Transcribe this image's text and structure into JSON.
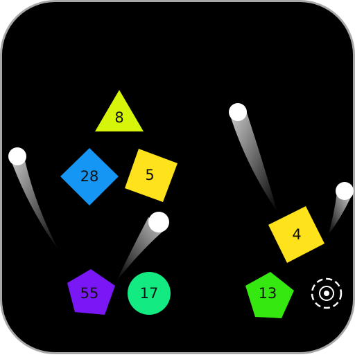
{
  "colors": {
    "background": "#000000",
    "frame": "#a8a8a8",
    "label_text": "#111111",
    "ball": "#ffffff",
    "reticle": "#ffffff"
  },
  "blocks": [
    {
      "id": "triangle-block",
      "shape": "triangle",
      "value": "8",
      "color": "#d7f50a"
    },
    {
      "id": "diamond-block",
      "shape": "diamond",
      "value": "28",
      "color": "#1596f5"
    },
    {
      "id": "square-block",
      "shape": "square",
      "value": "5",
      "color": "#fde21c"
    },
    {
      "id": "pentagon-block",
      "shape": "pentagon",
      "value": "55",
      "color": "#7a18f5"
    },
    {
      "id": "circle-block",
      "shape": "circle",
      "value": "17",
      "color": "#13ea82"
    },
    {
      "id": "square-block-2",
      "shape": "square",
      "value": "4",
      "color": "#fde21c"
    },
    {
      "id": "pentagon-block-2",
      "shape": "pentagon",
      "value": "13",
      "color": "#35e810"
    }
  ],
  "balls": [
    {
      "id": "ball-left"
    },
    {
      "id": "ball-center"
    },
    {
      "id": "ball-right-top"
    },
    {
      "id": "ball-right-edge"
    }
  ],
  "controls": {
    "aim_icon": "crosshair-reticle-icon"
  }
}
